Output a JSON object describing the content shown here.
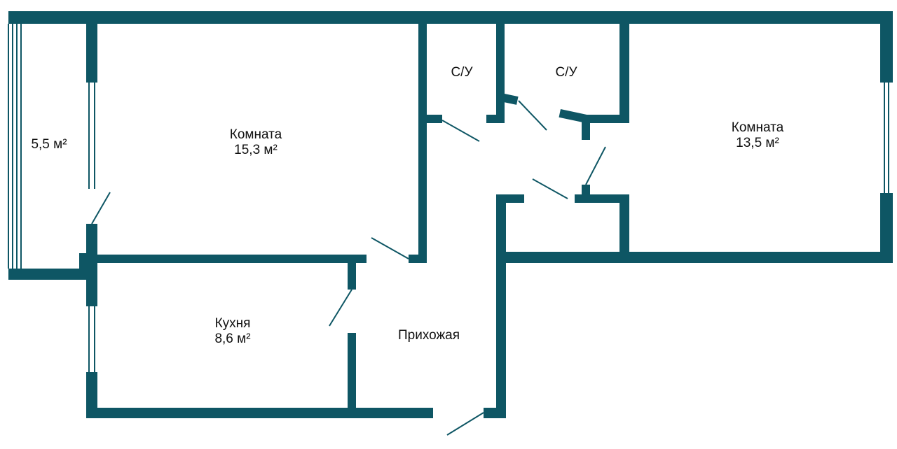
{
  "colors": {
    "wall": "#0e5664",
    "background": "#ffffff",
    "text": "#111111"
  },
  "rooms": {
    "balcony": {
      "area": "5,5 м²"
    },
    "room_left": {
      "name": "Комната",
      "area": "15,3 м²"
    },
    "bathroom_1": {
      "name": "С/У"
    },
    "bathroom_2": {
      "name": "С/У"
    },
    "room_right": {
      "name": "Комната",
      "area": "13,5 м²"
    },
    "kitchen": {
      "name": "Кухня",
      "area": "8,6 м²"
    },
    "hallway": {
      "name": "Прихожая"
    }
  }
}
